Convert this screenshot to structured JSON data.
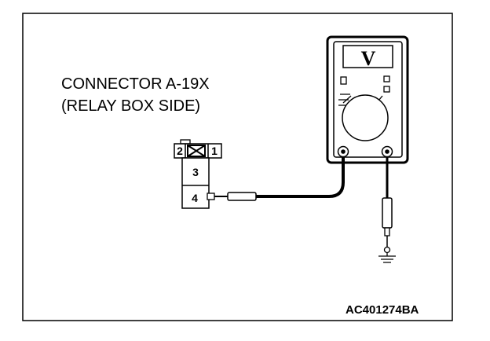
{
  "connector": {
    "name": "CONNECTOR A-19X",
    "side": "(RELAY BOX SIDE)",
    "pins": {
      "p1": "1",
      "p2": "2",
      "p3": "3",
      "p4": "4"
    }
  },
  "meter": {
    "display": "V"
  },
  "figure_id": "AC401274BA",
  "icons": [
    "multimeter-icon",
    "ground-symbol-icon",
    "test-probe-icon"
  ]
}
